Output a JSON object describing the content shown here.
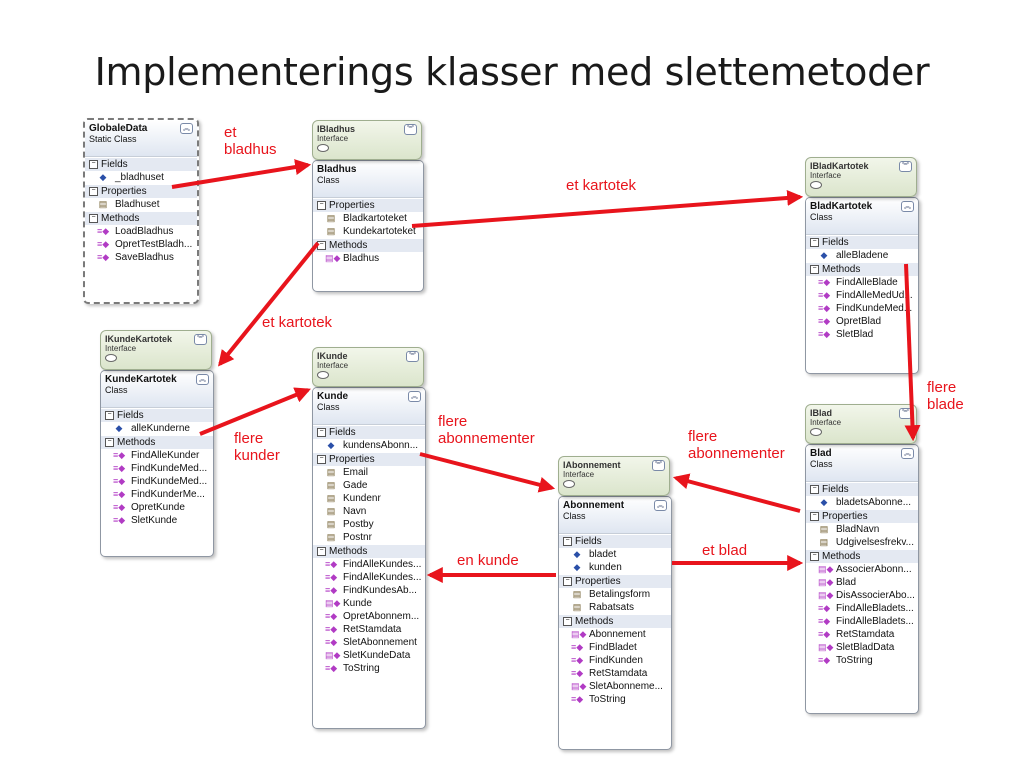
{
  "slide_title": "Implementerings klasser med slettemetoder",
  "section_labels": {
    "fields": "Fields",
    "properties": "Properties",
    "methods": "Methods"
  },
  "classes": {
    "globaledata": {
      "name": "GlobaleData",
      "kind": "Static Class",
      "fields": [
        "_bladhuset"
      ],
      "properties": [
        "Bladhuset"
      ],
      "methods": [
        "LoadBladhus",
        "OpretTestBladh...",
        "SaveBladhus"
      ]
    },
    "bladhus": {
      "name": "Bladhus",
      "kind": "Class",
      "properties": [
        "Bladkartoteket",
        "Kundekartoteket"
      ],
      "methods": [
        "Bladhus"
      ]
    },
    "bladkartotek": {
      "name": "BladKartotek",
      "kind": "Class",
      "fields": [
        "alleBladene"
      ],
      "methods": [
        "FindAlleBlade",
        "FindAlleMedUd...",
        "FindKundeMed...",
        "OpretBlad",
        "SletBlad"
      ]
    },
    "kundekartotek": {
      "name": "KundeKartotek",
      "kind": "Class",
      "fields": [
        "alleKunderne"
      ],
      "methods": [
        "FindAlleKunder",
        "FindKundeMed...",
        "FindKundeMed...",
        "FindKunderMe...",
        "OpretKunde",
        "SletKunde"
      ]
    },
    "kunde": {
      "name": "Kunde",
      "kind": "Class",
      "fields": [
        "kundensAbonn..."
      ],
      "properties": [
        "Email",
        "Gade",
        "Kundenr",
        "Navn",
        "Postby",
        "Postnr"
      ],
      "methods": [
        "FindAlleKundes...",
        "FindAlleKundes...",
        "FindKundesAb...",
        "Kunde",
        "OpretAbonnem...",
        "RetStamdata",
        "SletAbonnement",
        "SletKundeData",
        "ToString"
      ]
    },
    "abonnement": {
      "name": "Abonnement",
      "kind": "Class",
      "fields": [
        "bladet",
        "kunden"
      ],
      "properties": [
        "Betalingsform",
        "Rabatsats"
      ],
      "methods": [
        "Abonnement",
        "FindBladet",
        "FindKunden",
        "RetStamdata",
        "SletAbonneme...",
        "ToString"
      ]
    },
    "blad": {
      "name": "Blad",
      "kind": "Class",
      "fields": [
        "bladetsAbonne..."
      ],
      "properties": [
        "BladNavn",
        "Udgivelsesfrekv..."
      ],
      "methods": [
        "AssocierAbonn...",
        "Blad",
        "DisAssocierAbo...",
        "FindAlleBladets...",
        "FindAlleBladets...",
        "RetStamdata",
        "SletBladData",
        "ToString"
      ]
    }
  },
  "interfaces": {
    "ibladhus": {
      "name": "IBladhus",
      "kind": "Interface"
    },
    "ibladkartotek": {
      "name": "IBladKartotek",
      "kind": "Interface"
    },
    "ikundekartotek": {
      "name": "IKundeKartotek",
      "kind": "Interface"
    },
    "ikunde": {
      "name": "IKunde",
      "kind": "Interface"
    },
    "iabonnement": {
      "name": "IAbonnement",
      "kind": "Interface"
    },
    "iblad": {
      "name": "IBlad",
      "kind": "Interface"
    }
  },
  "relations": {
    "et_bladhus": "et\nbladhus",
    "et_kartotek_1": "et kartotek",
    "et_kartotek_2": "et kartotek",
    "flere_kunder": "flere\nkunder",
    "flere_abonnementer_1": "flere\nabonnementer",
    "flere_abonnementer_2": "flere\nabonnementer",
    "flere_blade": "flere\nblade",
    "en_kunde": "en kunde",
    "et_blad": "et blad"
  }
}
